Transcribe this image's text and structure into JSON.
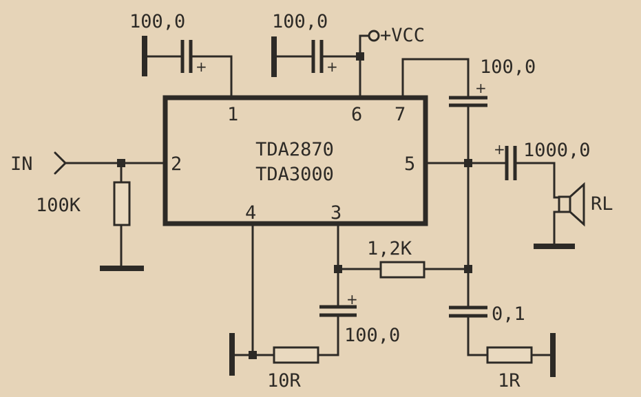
{
  "ic": {
    "line1": "TDA2870",
    "line2": "TDA3000"
  },
  "pins": {
    "p1": "1",
    "p2": "2",
    "p3": "3",
    "p4": "4",
    "p5": "5",
    "p6": "6",
    "p7": "7"
  },
  "components": {
    "c_pin1": "100,0",
    "c_pin6": "100,0",
    "supply": "+VCC",
    "c_pin7": "100,0",
    "c_out": "1000,0",
    "load": "RL",
    "input": "IN",
    "r_in": "100K",
    "r_fb": "1,2K",
    "c_fb": "100,0",
    "c_zobel": "0,1",
    "r_pin4": "10R",
    "r_zobel": "1R"
  },
  "polarity_mark": "+"
}
